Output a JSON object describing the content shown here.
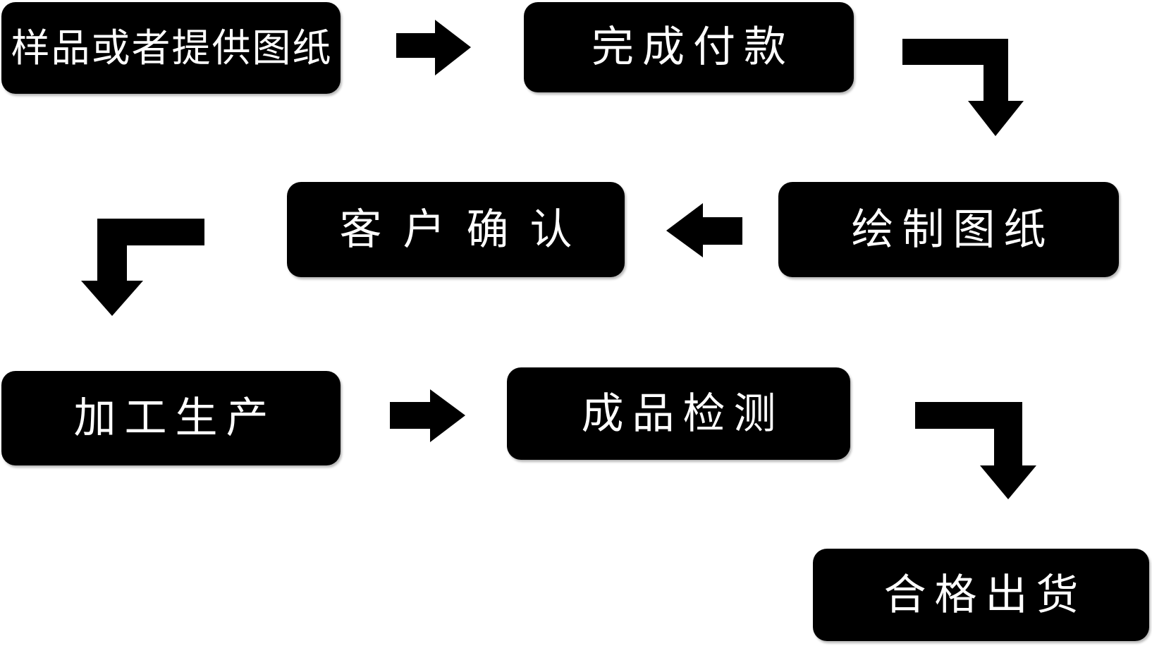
{
  "page": {
    "background_color": "#ffffff"
  },
  "flowchart": {
    "node_fill_color": "#000000",
    "node_text_color": "#ffffff",
    "arrow_color": "#000000",
    "steps": [
      {
        "label": "样品或者提供图纸"
      },
      {
        "label": "完成付款"
      },
      {
        "label": "客户确认"
      },
      {
        "label": "绘制图纸"
      },
      {
        "label": "加工生产"
      },
      {
        "label": "成品检测"
      },
      {
        "label": "合格出货"
      }
    ],
    "connections": [
      {
        "from": "样品或者提供图纸",
        "to": "完成付款",
        "shape": "straight-right-arrow"
      },
      {
        "from": "完成付款",
        "to": "绘制图纸",
        "shape": "elbow-right-then-down-arrow"
      },
      {
        "from": "绘制图纸",
        "to": "客户确认",
        "shape": "straight-left-arrow"
      },
      {
        "from": "客户确认",
        "to": "加工生产",
        "shape": "elbow-down-arrow-left-side"
      },
      {
        "from": "加工生产",
        "to": "成品检测",
        "shape": "straight-right-arrow"
      },
      {
        "from": "成品检测",
        "to": "合格出货",
        "shape": "elbow-right-then-down-arrow"
      }
    ]
  }
}
